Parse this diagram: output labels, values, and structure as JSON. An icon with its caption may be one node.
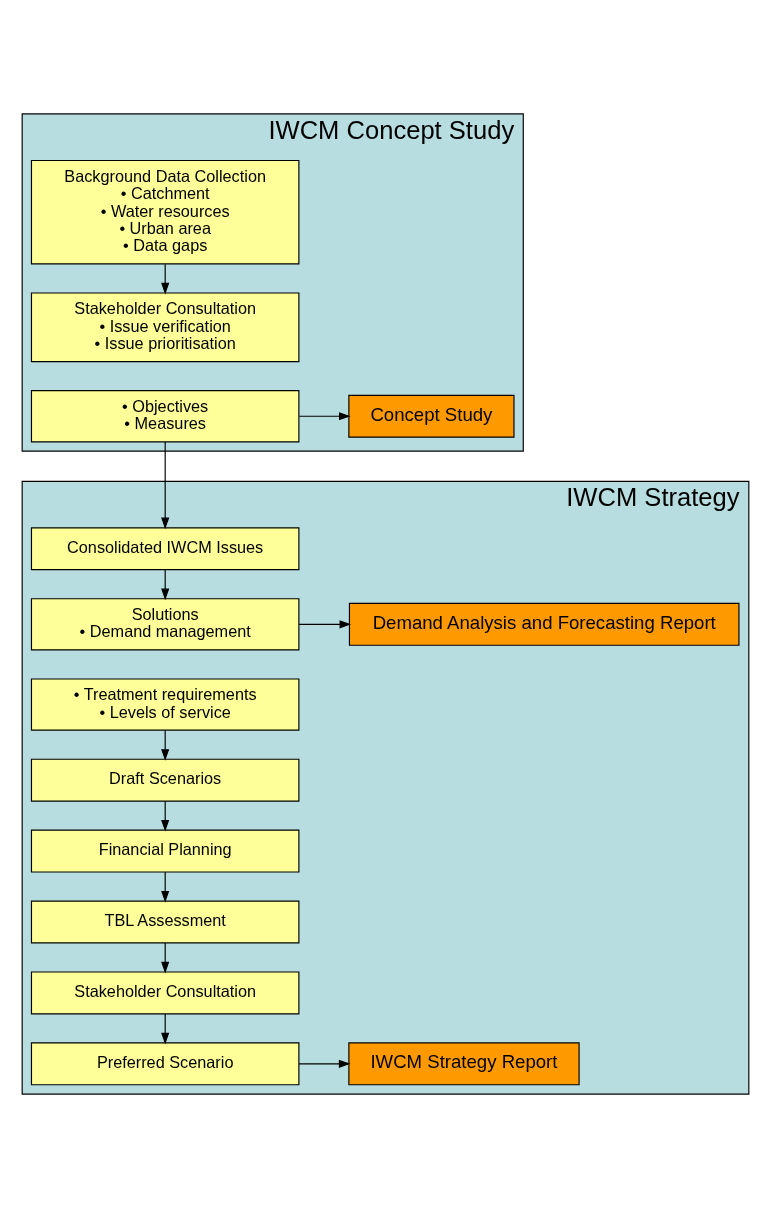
{
  "diagram": {
    "nodes": [
      {
        "text": [
          "IWCM Concept Study"
        ]
      },
      {
        "text": [
          "Background Data Collection",
          "• Catchment",
          "• Water resources",
          "• Urban area",
          "• Data gaps"
        ],
        "in": 0
      },
      {
        "text": [
          "Stakeholder Consultation",
          "• Issue verification",
          "• Issue prioritisation"
        ],
        "in": 0
      },
      {
        "text": [
          "• Objectives",
          "• Measures"
        ],
        "in": 0
      },
      {
        "text": [
          "Concept Study"
        ],
        "in": 0
      },
      {
        "text": [
          "IWCM Strategy"
        ]
      },
      {
        "text": [
          "Consolidated IWCM Issues"
        ],
        "in": 5
      },
      {
        "text": [
          "Solutions",
          "• Demand management"
        ],
        "in": 5
      },
      {
        "text": [
          "• Treatment requirements",
          "• Levels of service"
        ],
        "in": 5
      },
      {
        "text": [
          "Demand Analysis and Forecasting Report"
        ],
        "in": 5
      },
      {
        "text": [
          "Draft Scenarios"
        ],
        "in": 5
      },
      {
        "text": [
          "Financial Planning"
        ],
        "in": 5
      },
      {
        "text": [
          "TBL Assessment"
        ],
        "in": 5
      },
      {
        "text": [
          "Stakeholder Consultation"
        ],
        "in": 5
      },
      {
        "text": [
          "Preferred Scenario"
        ],
        "in": 5
      },
      {
        "text": [
          "IWCM Strategy Report"
        ],
        "in": 5
      }
    ],
    "edges": [
      {
        "from": 1,
        "to": 2,
        "arrow": "to"
      },
      {
        "from": 3,
        "to": 4,
        "arrow": "to"
      },
      {
        "from": 3,
        "to": 6,
        "arrow": "to"
      },
      {
        "from": 6,
        "to": 7,
        "arrow": "to"
      },
      {
        "from": 7,
        "to": 9,
        "arrow": "to"
      },
      {
        "from": 8,
        "to": 10,
        "arrow": "to"
      },
      {
        "from": 10,
        "to": 11,
        "arrow": "to"
      },
      {
        "from": 11,
        "to": 12,
        "arrow": "to"
      },
      {
        "from": 12,
        "to": 13,
        "arrow": "to"
      },
      {
        "from": 13,
        "to": 14,
        "arrow": "to"
      },
      {
        "from": 14,
        "to": 15,
        "arrow": "to"
      }
    ]
  }
}
